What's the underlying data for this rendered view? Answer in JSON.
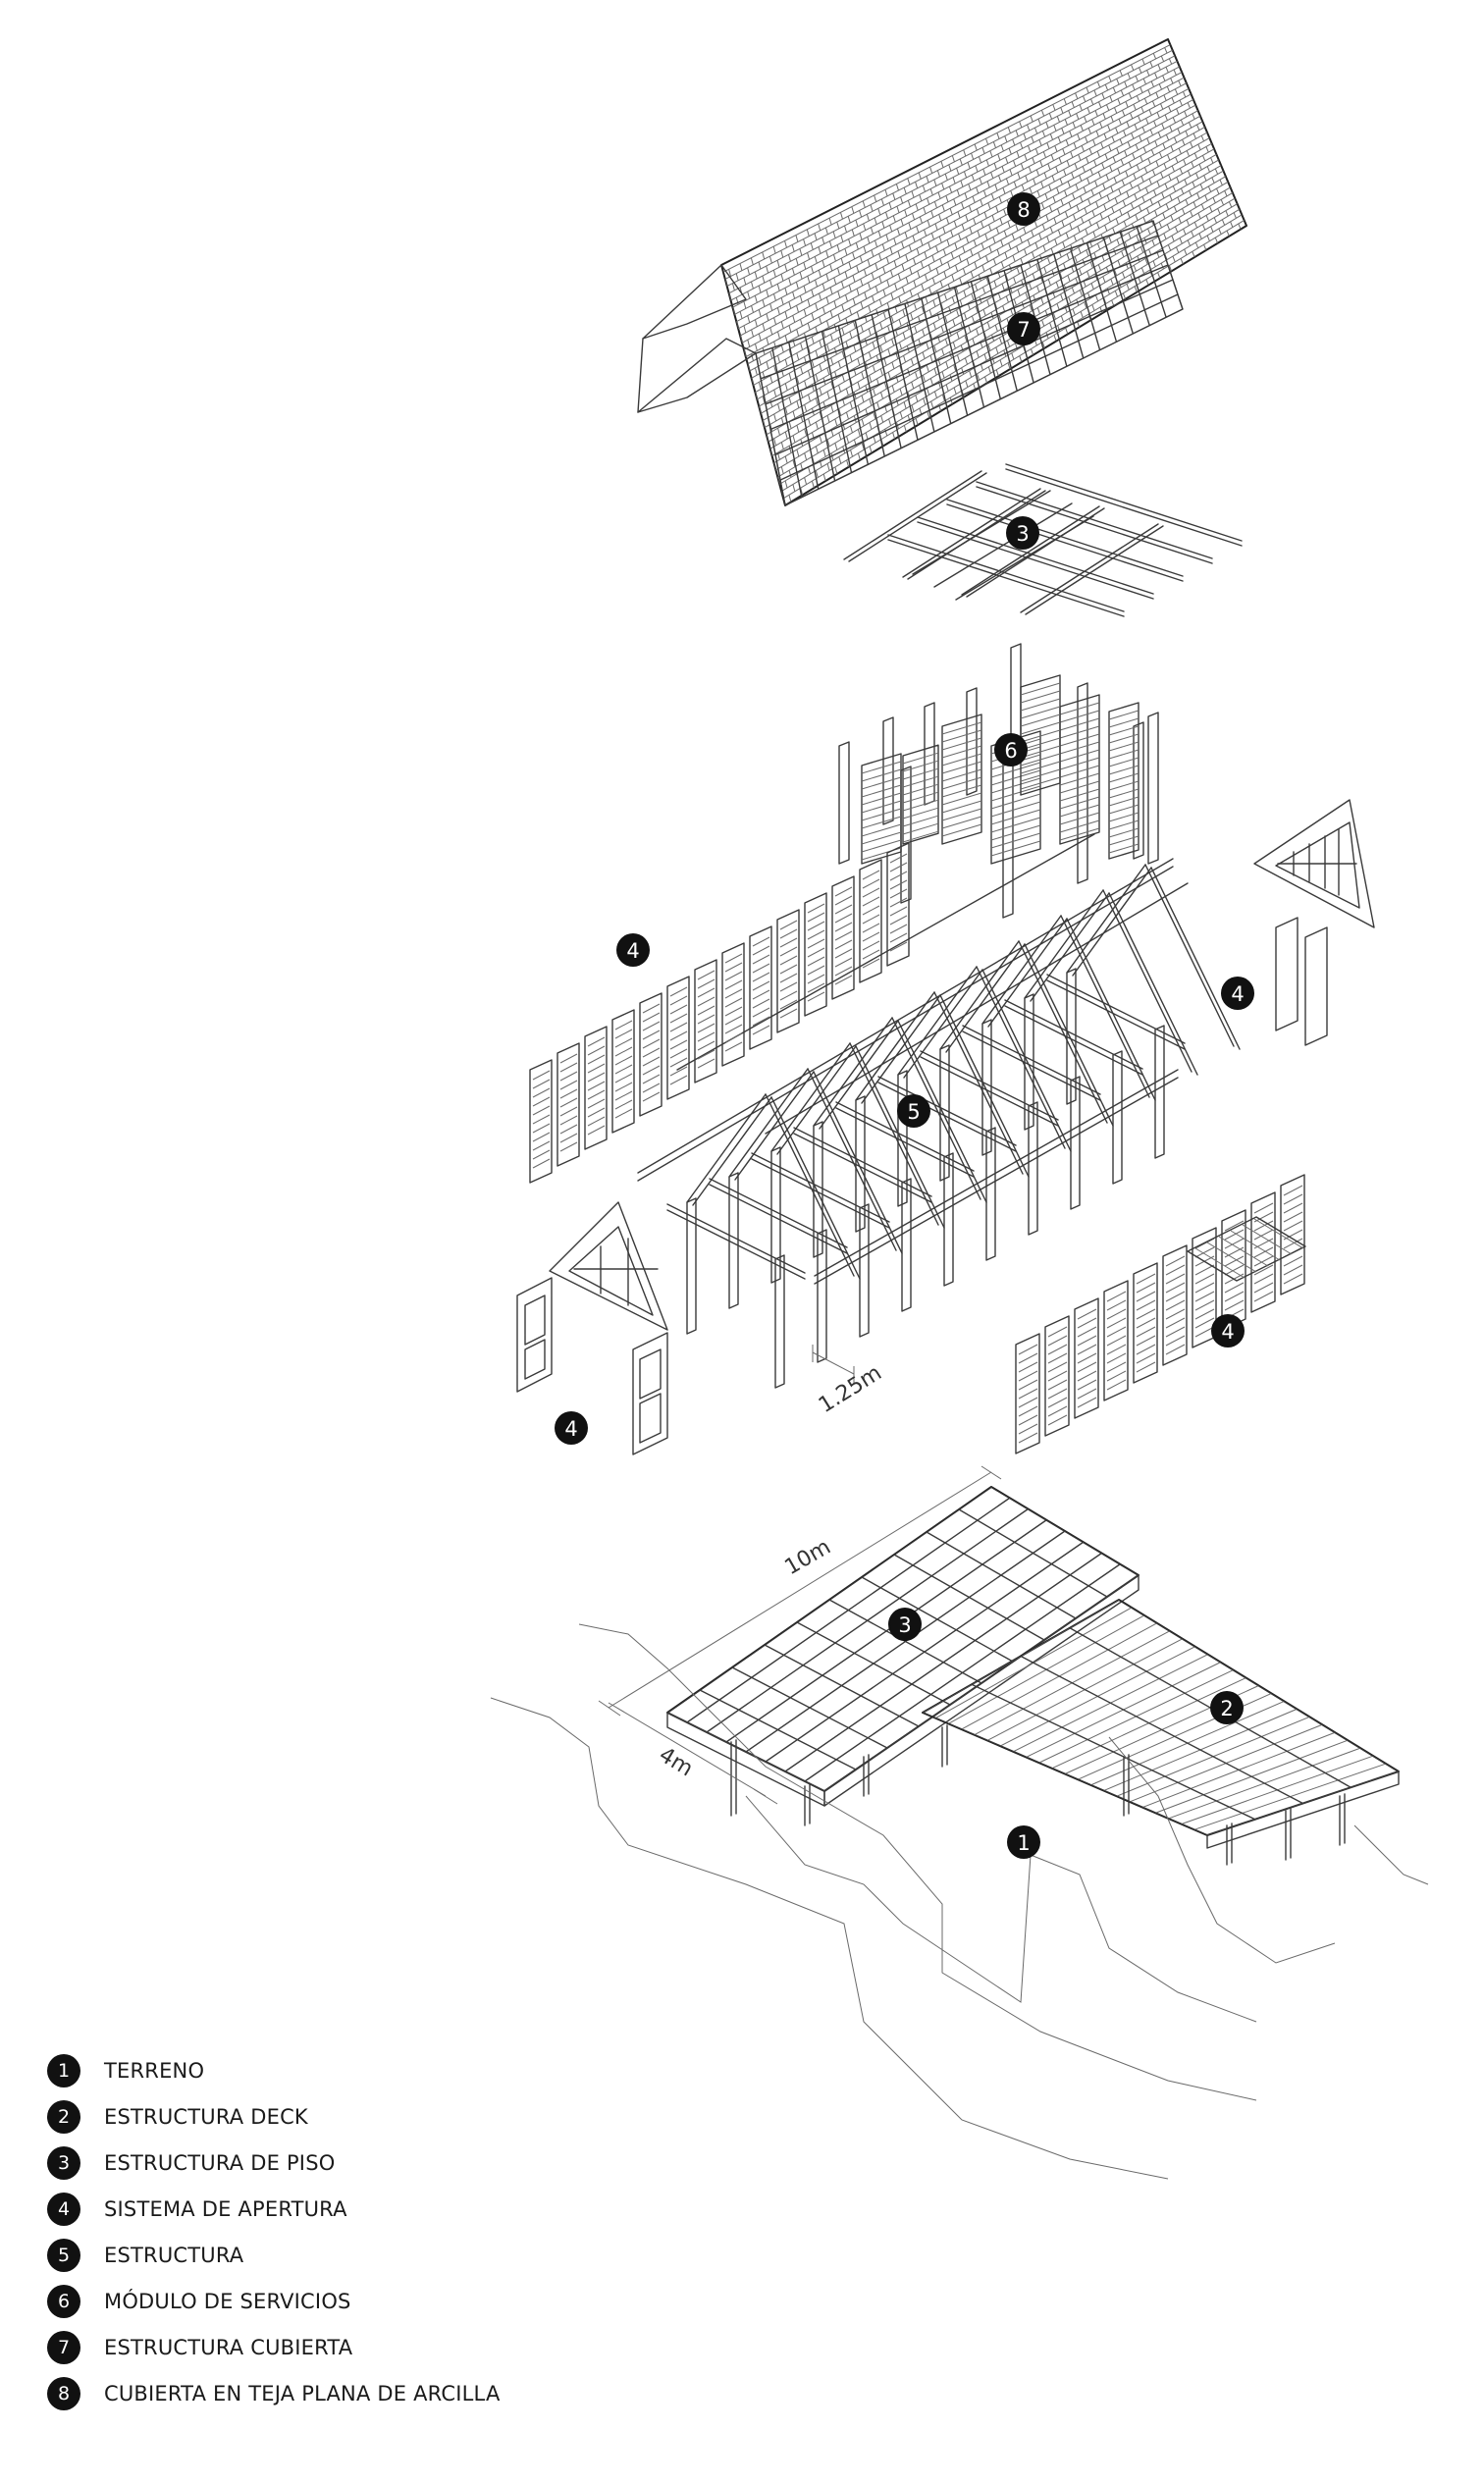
{
  "diagram": {
    "callouts": [
      {
        "number": "8",
        "label_ref": "CUBIERTA EN TEJA PLANA DE ARCILLA"
      },
      {
        "number": "7",
        "label_ref": "ESTRUCTURA CUBIERTA"
      },
      {
        "number": "3",
        "label_ref": "ESTRUCTURA DE PISO"
      },
      {
        "number": "6",
        "label_ref": "MÓDULO DE SERVICIOS"
      },
      {
        "number": "4",
        "label_ref": "SISTEMA DE APERTURA"
      },
      {
        "number": "4",
        "label_ref": "SISTEMA DE APERTURA"
      },
      {
        "number": "5",
        "label_ref": "ESTRUCTURA"
      },
      {
        "number": "4",
        "label_ref": "SISTEMA DE APERTURA"
      },
      {
        "number": "4",
        "label_ref": "SISTEMA DE APERTURA"
      },
      {
        "number": "3",
        "label_ref": "ESTRUCTURA DE PISO"
      },
      {
        "number": "2",
        "label_ref": "ESTRUCTURA DECK"
      },
      {
        "number": "1",
        "label_ref": "TERRENO"
      }
    ],
    "dimensions": {
      "bay": "1.25m",
      "length": "10m",
      "width": "4m"
    }
  },
  "legend": [
    {
      "number": "1",
      "label": "TERRENO"
    },
    {
      "number": "2",
      "label": "ESTRUCTURA DECK"
    },
    {
      "number": "3",
      "label": "ESTRUCTURA DE PISO"
    },
    {
      "number": "4",
      "label": "SISTEMA DE APERTURA"
    },
    {
      "number": "5",
      "label": "ESTRUCTURA"
    },
    {
      "number": "6",
      "label": "MÓDULO DE SERVICIOS"
    },
    {
      "number": "7",
      "label": "ESTRUCTURA CUBIERTA"
    },
    {
      "number": "8",
      "label": "CUBIERTA EN TEJA PLANA DE ARCILLA"
    }
  ]
}
